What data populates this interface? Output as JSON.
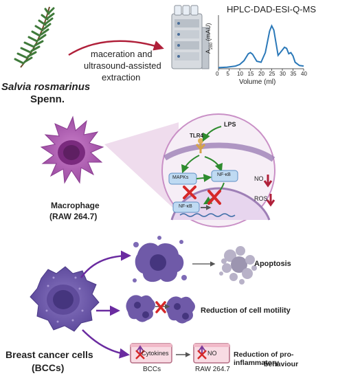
{
  "extraction": {
    "plant_species": "Salvia rosmarinus",
    "plant_authority": "Spenn.",
    "method_line1": "maceration and",
    "method_line2": "ultrasound-assisted",
    "method_line3": "extraction"
  },
  "hplc": {
    "title": "HPLC-DAD-ESI-Q-MS",
    "ylabel_prefix": "A",
    "ylabel_sub": "280",
    "ylabel_suffix": " (mAU)",
    "xlabel": "Volume (ml)",
    "xticks": [
      "0",
      "5",
      "10",
      "15",
      "20",
      "25",
      "30",
      "35",
      "40"
    ]
  },
  "chart_data": {
    "type": "line",
    "title": "HPLC-DAD-ESI-Q-MS",
    "xlabel": "Volume (ml)",
    "ylabel": "A280 (mAU)",
    "xlim": [
      0,
      40
    ],
    "x": [
      0,
      4,
      8,
      10,
      12,
      14,
      15,
      16,
      18,
      20,
      22,
      24,
      25,
      26,
      28,
      30,
      31,
      32,
      33,
      34,
      35,
      36,
      38,
      40
    ],
    "y": [
      0.02,
      0.03,
      0.05,
      0.08,
      0.15,
      0.28,
      0.3,
      0.27,
      0.14,
      0.12,
      0.3,
      0.7,
      0.8,
      0.72,
      0.25,
      0.35,
      0.4,
      0.38,
      0.28,
      0.3,
      0.24,
      0.12,
      0.06,
      0.05
    ]
  },
  "macrophage": {
    "name": "Macrophage",
    "line": "(RAW 264.7)"
  },
  "signaling": {
    "lps": "LPS",
    "tlr4": "TLR4",
    "mapks": "MAPKs",
    "nfkb_cyto": "NF-κB",
    "nfkb_nuc": "NF-κB",
    "no": "NO",
    "ros": "ROS"
  },
  "cancer": {
    "line1": "Breast cancer cells",
    "line2": "(BCCs)"
  },
  "outcomes": {
    "apoptosis": "Apoptosis",
    "motility": "Reduction of cell motility",
    "inflammation_line1": "Reduction of pro-inflammatory",
    "inflammation_line2": "behaviour",
    "cytokines": "Cytokines",
    "no": "NO",
    "well1": "BCCs",
    "well2": "RAW 264.7"
  },
  "colors": {
    "arrow_red": "#b0203a",
    "arrow_purple": "#6a2ba0",
    "chart_line": "#2a78b8",
    "macrophage": "#b25fb5",
    "signal_green": "#2e8b2e",
    "inhibit_red": "#d62828",
    "bcc": "#6f5aa8"
  }
}
